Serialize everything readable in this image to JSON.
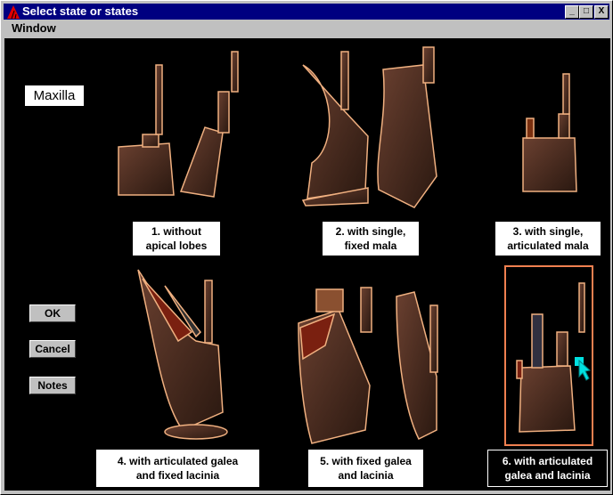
{
  "window": {
    "title": "Select state or states",
    "menu": [
      "Window"
    ],
    "controls": {
      "minimize": "_",
      "maximize": "□",
      "close": "X"
    }
  },
  "heading": "Maxilla",
  "states": [
    {
      "line1": "1. without",
      "line2": "apical lobes",
      "selected": false
    },
    {
      "line1": "2. with single,",
      "line2": "fixed mala",
      "selected": false
    },
    {
      "line1": "3. with single,",
      "line2": "articulated mala",
      "selected": false
    },
    {
      "line1": "4. with articulated galea",
      "line2": "and fixed lacinia",
      "selected": false
    },
    {
      "line1": "5. with fixed galea",
      "line2": "and lacinia",
      "selected": false
    },
    {
      "line1": "6. with articulated",
      "line2": "galea and lacinia",
      "selected": true
    }
  ],
  "buttons": {
    "ok": "OK",
    "cancel": "Cancel",
    "notes": "Notes"
  },
  "colors": {
    "selection": "#f08050",
    "title_bar": "#000080",
    "outline": "#f0b080",
    "cursor": "#00e0e0"
  }
}
